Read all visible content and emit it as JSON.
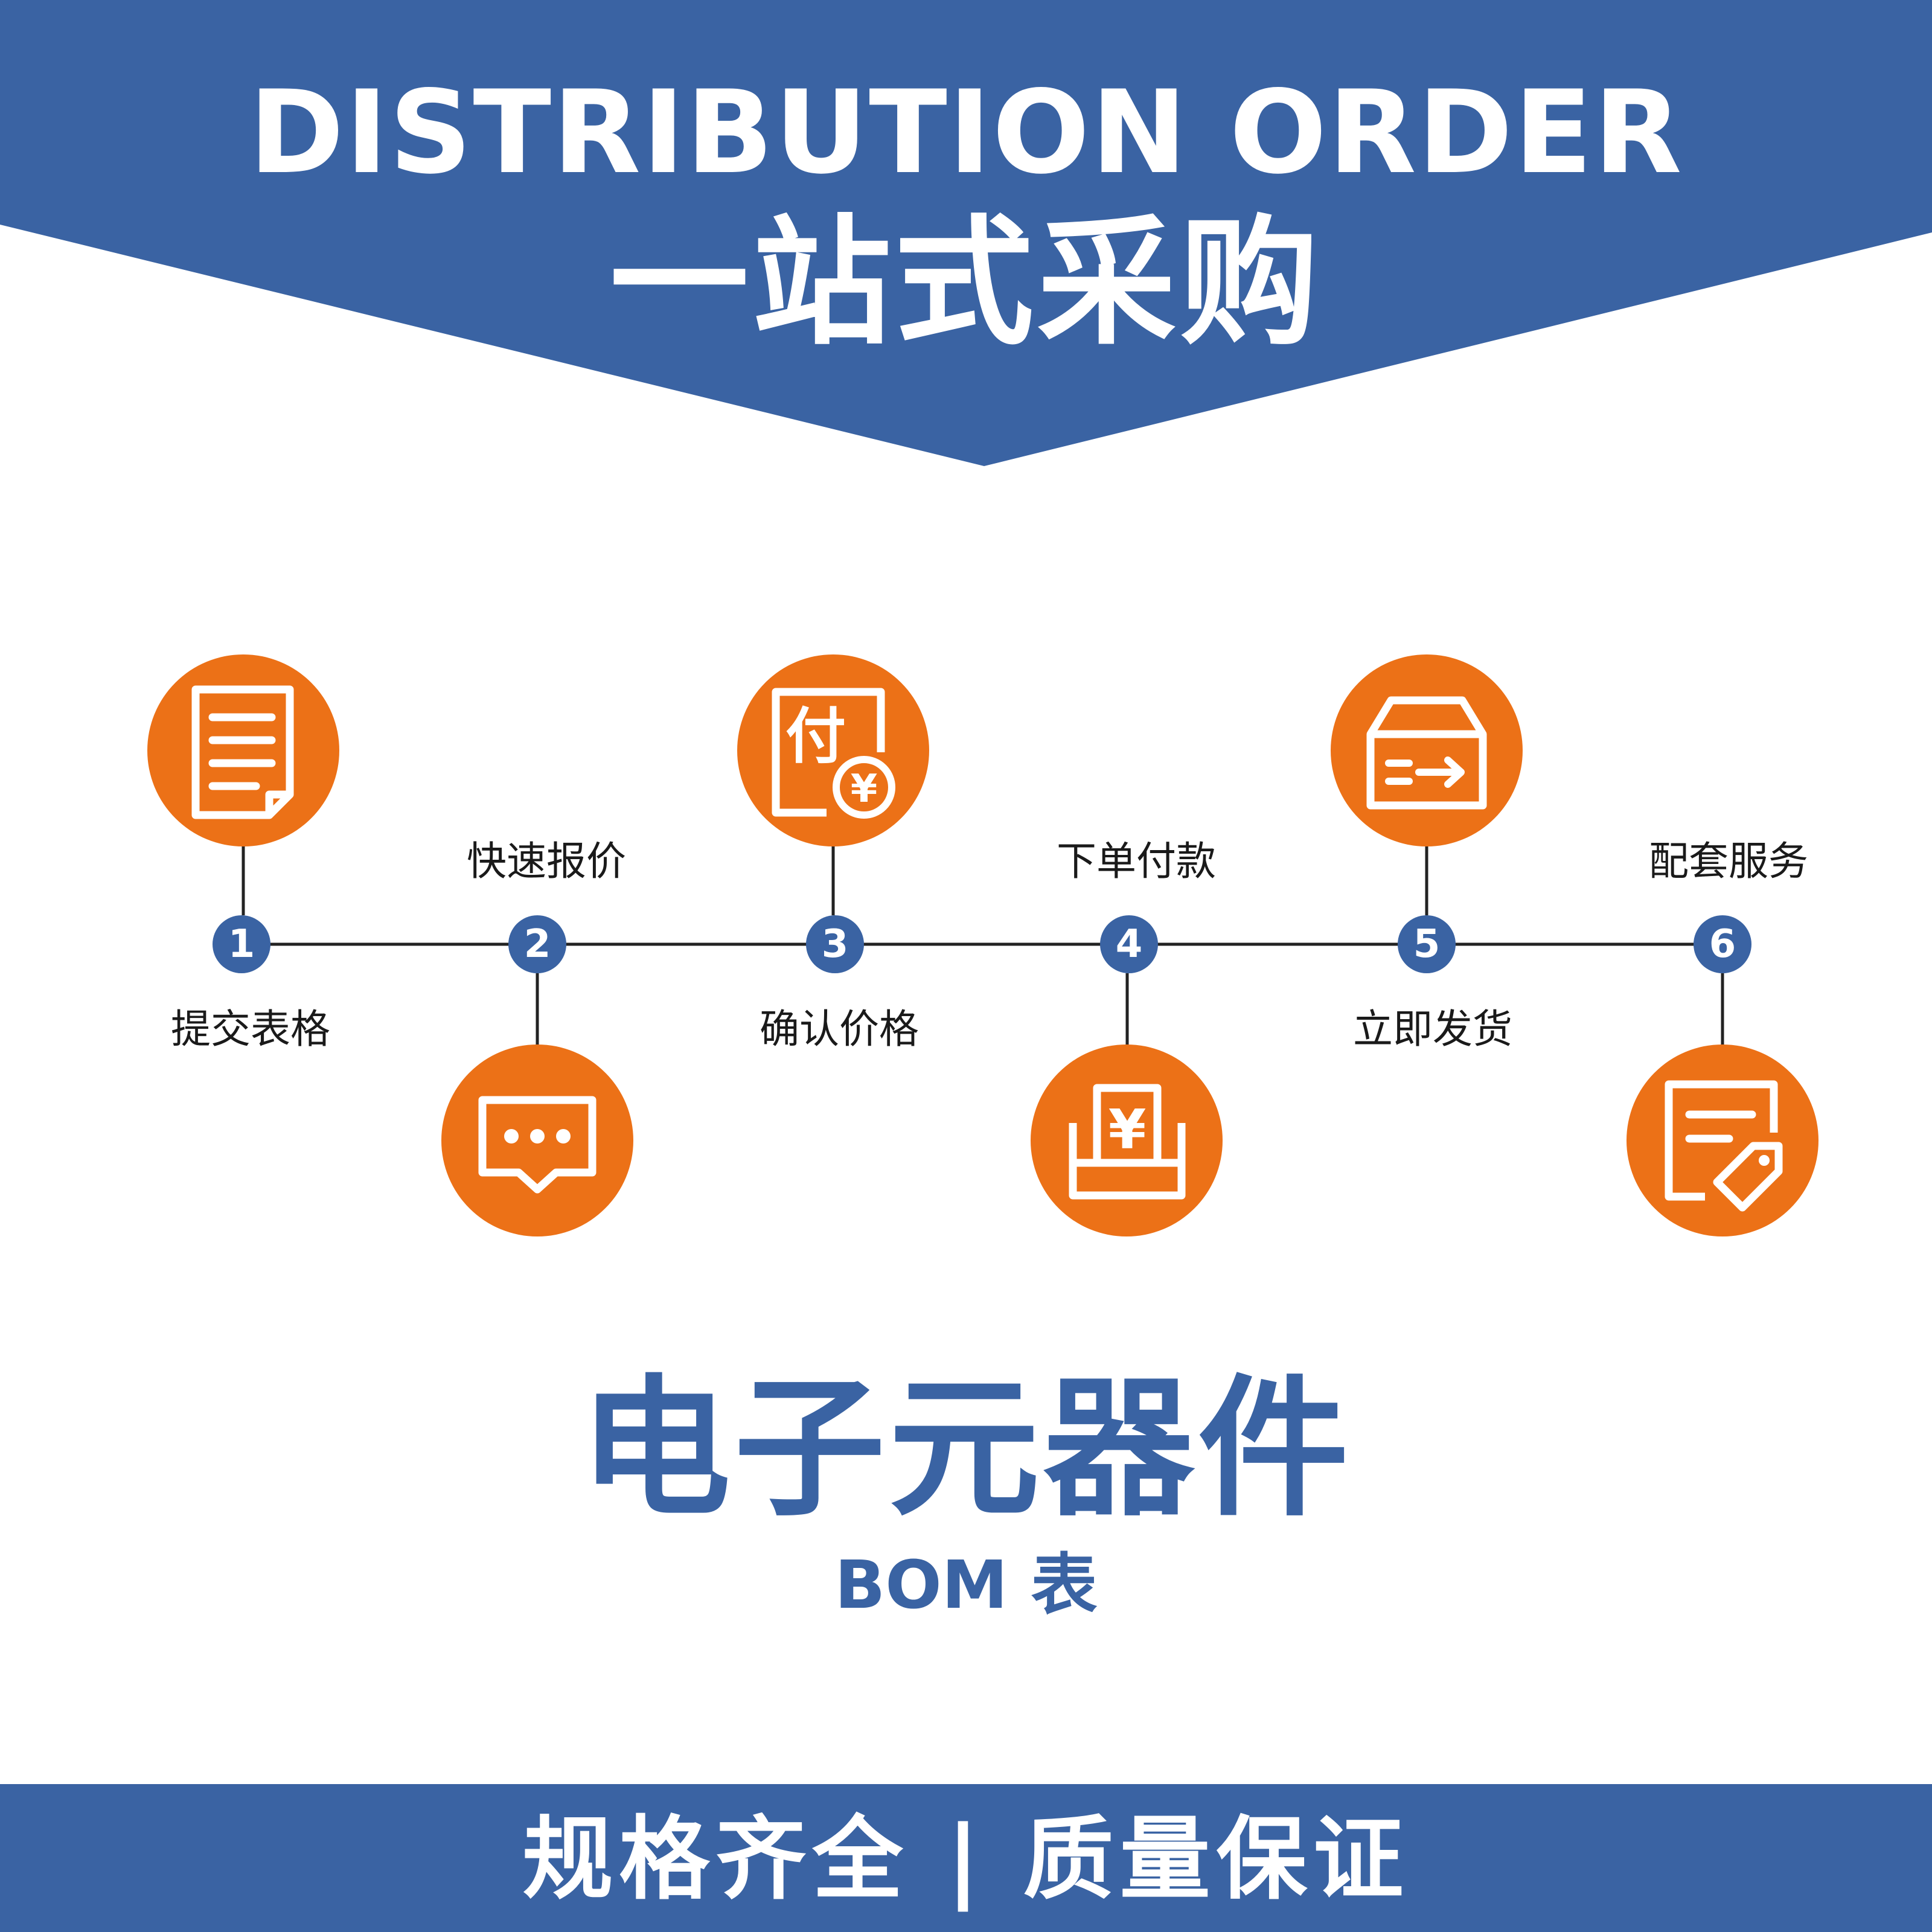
{
  "header": {
    "title_en": "DISTRIBUTION ORDER",
    "title_cn": "一站式采购"
  },
  "process": {
    "steps": [
      {
        "number": "1",
        "label": "提交表格",
        "icon": "document-icon"
      },
      {
        "number": "2",
        "label": "快速报价",
        "icon": "chat-bubble-icon"
      },
      {
        "number": "3",
        "label": "确认价格",
        "icon": "payment-yuan-icon"
      },
      {
        "number": "4",
        "label": "下单付款",
        "icon": "yuan-receipt-icon"
      },
      {
        "number": "5",
        "label": "立即发货",
        "icon": "shipping-box-icon"
      },
      {
        "number": "6",
        "label": "配套服务",
        "icon": "form-tag-icon"
      }
    ]
  },
  "product": {
    "title": "电子元器件",
    "subtitle": "BOM 表"
  },
  "footer": {
    "text": "规格齐全 | 质量保证"
  },
  "colors": {
    "brand_blue": "#3a63a3",
    "accent_orange": "#ec7117"
  }
}
